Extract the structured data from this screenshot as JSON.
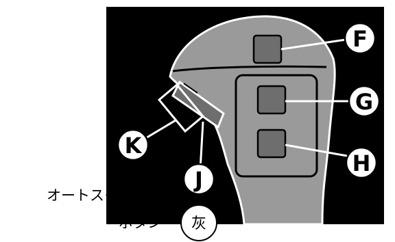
{
  "callouts": {
    "f": "F",
    "g": "G",
    "h": "H",
    "j": "J",
    "k": "K"
  },
  "label": {
    "line1": "オートスタンバイ",
    "line2": "ボタン",
    "color_word": "灰"
  },
  "colors": {
    "background_panel": "#000000",
    "handle_body": "#9a9a9a",
    "button_face": "#6e6e6e",
    "outline": "#ffffff"
  }
}
